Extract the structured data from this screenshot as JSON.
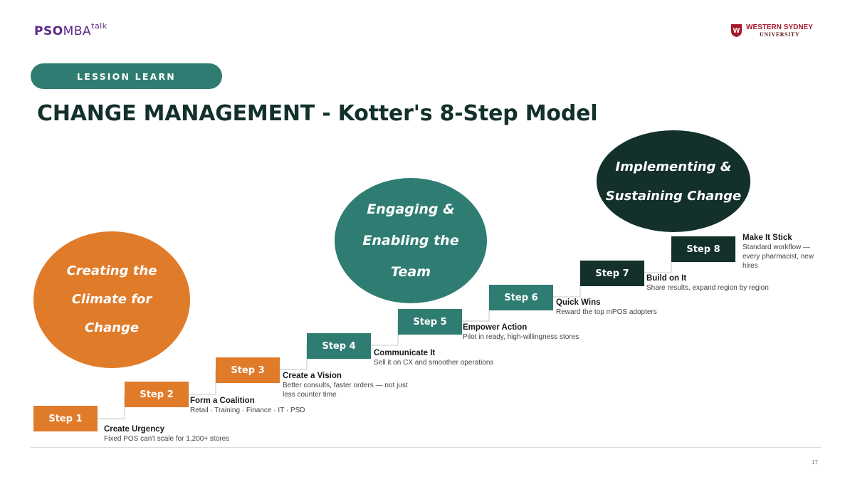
{
  "header": {
    "logo_left": {
      "pso": "PSO",
      "mba": "MBA",
      "talk": "talk"
    },
    "logo_right": {
      "line1": "WESTERN SYDNEY",
      "line2": "UNIVERSITY",
      "shield_letter": "W"
    }
  },
  "section_label": "LESSION LEARN",
  "title": "CHANGE MANAGEMENT - Kotter's 8-Step Model",
  "phases": [
    {
      "label": "Creating the\nClimate for\nChange",
      "color": "#e07b2a"
    },
    {
      "label": "Engaging &\nEnabling the\nTeam",
      "color": "#2f7d72"
    },
    {
      "label": "Implementing &\nSustaining Change",
      "color": "#13302b"
    }
  ],
  "steps": [
    {
      "label": "Step 1",
      "title": "Create Urgency",
      "desc": "Fixed POS can't scale for 1,200+ stores"
    },
    {
      "label": "Step 2",
      "title": "Form a Coalition",
      "desc": "Retail · Training · Finance · IT · PSD"
    },
    {
      "label": "Step 3",
      "title": "Create a Vision",
      "desc": "Better consults, faster orders — not just\nless counter time"
    },
    {
      "label": "Step 4",
      "title": "Communicate It",
      "desc": "Sell it on CX and smoother operations"
    },
    {
      "label": "Step 5",
      "title": "Empower Action",
      "desc": "Pilot in ready, high-willingness stores"
    },
    {
      "label": "Step 6",
      "title": "Quick Wins",
      "desc": "Reward the top mPOS adopters"
    },
    {
      "label": "Step 7",
      "title": "Build on It",
      "desc": "Share results, expand region by region"
    },
    {
      "label": "Step 8",
      "title": "Make It Stick",
      "desc": "Standard workflow —\nevery pharmacist, new\nhires"
    }
  ],
  "page_number": "17",
  "colors": {
    "orange": "#e07b2a",
    "teal": "#2f7d72",
    "dark": "#13302b",
    "connector": "#c9d3d1"
  }
}
